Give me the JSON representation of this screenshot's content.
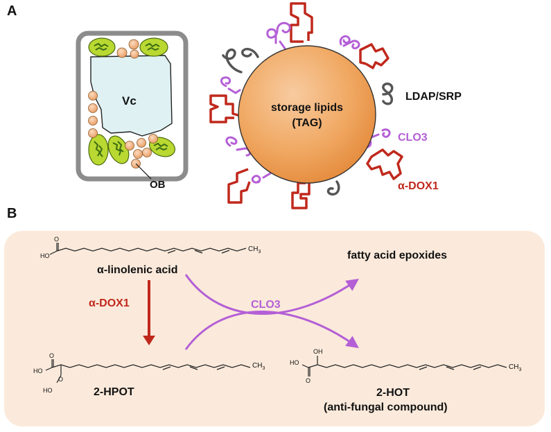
{
  "panel_a": {
    "letter": "A",
    "cell": {
      "vacuole_label": "Vc",
      "oil_body_label": "OB"
    },
    "droplet": {
      "title": "storage lipids",
      "subtitle": "(TAG)"
    },
    "proteins": {
      "ldap": "LDAP/SRP",
      "clo3": "CLO3",
      "dox": "α-DOX1"
    }
  },
  "panel_b": {
    "letter": "B",
    "substrate": {
      "name": "α-linolenic acid",
      "ch3": "CH",
      "ch3_sub": "3",
      "ho": "HO",
      "o": "O"
    },
    "enzyme_arrow_label": "α-DOX1",
    "clo3_label": "CLO3",
    "product_top": "fatty acid epoxides",
    "hpot": {
      "name": "2-HPOT",
      "o": "O",
      "ho": "HO",
      "o2": "O",
      "hoo": "HO",
      "ch3": "CH",
      "ch3_sub": "3"
    },
    "hot": {
      "name": "2-HOT",
      "subtitle": "(anti-fungal compound)",
      "ho1": "HO",
      "oh": "OH",
      "o": "O",
      "ch3": "CH",
      "ch3_sub": "3"
    }
  },
  "colors": {
    "dox": "#c0281c",
    "clo3": "#b45fd6",
    "ldap": "#555555",
    "droplet_fill": "#f1a45e",
    "panel_bg": "#fbeadb",
    "vacuole": "#dff1f3",
    "cell_wall": "#8c8c8c",
    "chloroplast": "#b9d831",
    "chloroplast_stroke": "#4a6a0f"
  }
}
